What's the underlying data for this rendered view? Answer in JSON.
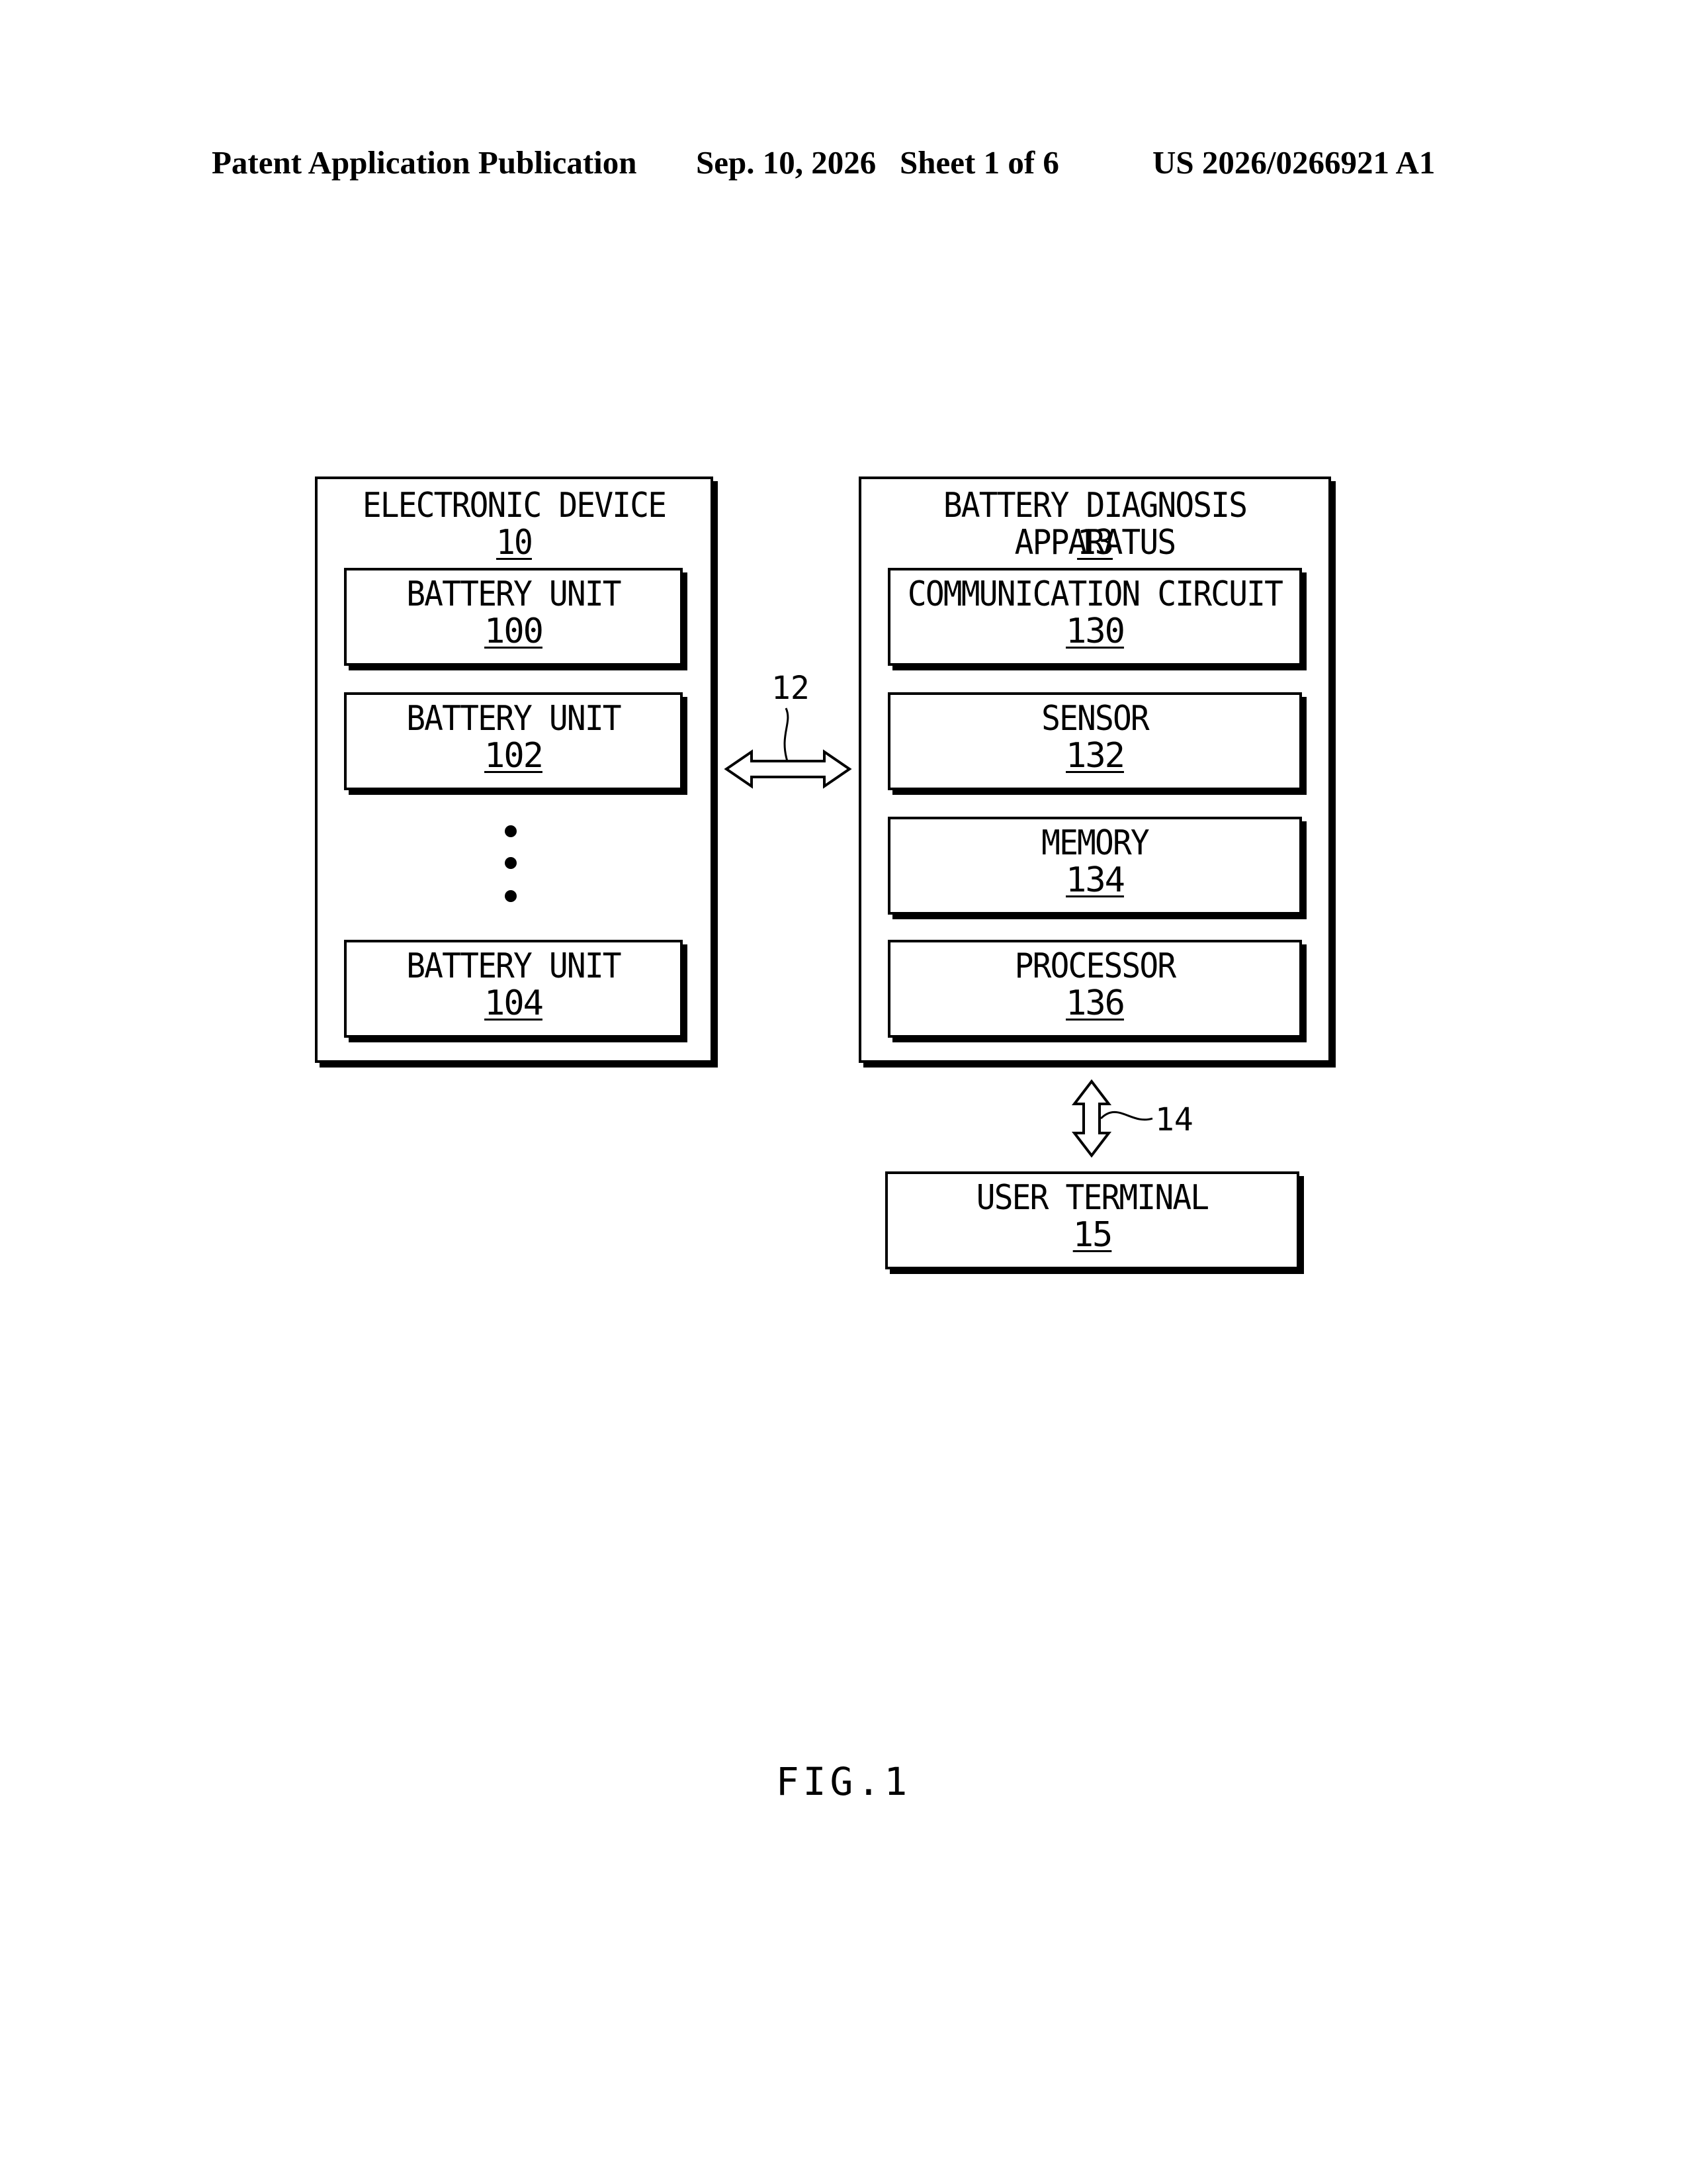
{
  "header": {
    "publication_type": "Patent Application Publication",
    "date": "Sep. 10, 2026",
    "sheet": "Sheet 1 of 6",
    "publication_number": "US 2026/0266921 A1"
  },
  "electronic_device": {
    "title": "ELECTRONIC DEVICE",
    "ref": "10",
    "battery_units": [
      {
        "label": "BATTERY UNIT",
        "ref": "100"
      },
      {
        "label": "BATTERY UNIT",
        "ref": "102"
      },
      {
        "label": "BATTERY UNIT",
        "ref": "104"
      }
    ]
  },
  "link_device_to_apparatus": {
    "ref": "12"
  },
  "battery_diagnosis_apparatus": {
    "title": "BATTERY DIAGNOSIS APPARATUS",
    "ref": "13",
    "components": [
      {
        "label": "COMMUNICATION CIRCUIT",
        "ref": "130"
      },
      {
        "label": "SENSOR",
        "ref": "132"
      },
      {
        "label": "MEMORY",
        "ref": "134"
      },
      {
        "label": "PROCESSOR",
        "ref": "136"
      }
    ]
  },
  "link_apparatus_to_terminal": {
    "ref": "14"
  },
  "user_terminal": {
    "label": "USER TERMINAL",
    "ref": "15"
  },
  "figure_caption": "FIG.1"
}
